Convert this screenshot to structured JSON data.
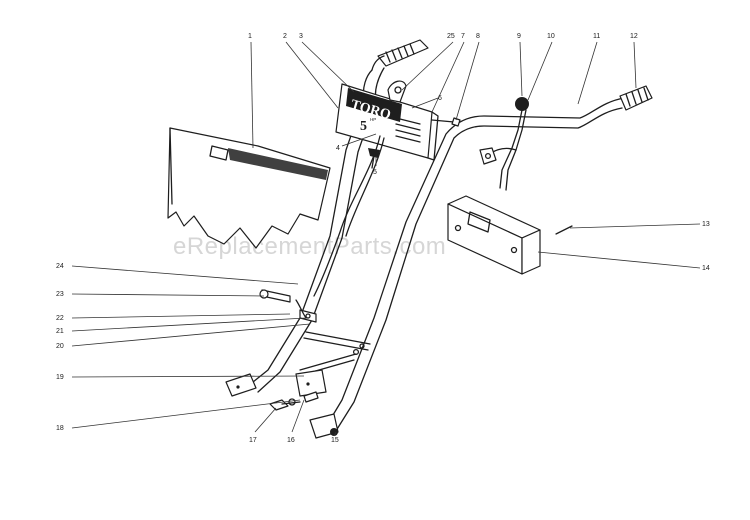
{
  "watermark": "eReplacementParts.com",
  "decal": {
    "brand": "TORO",
    "hp": "5",
    "hp_unit": "HP"
  },
  "callouts": [
    "1",
    "2",
    "3",
    "25",
    "7",
    "8",
    "9",
    "10",
    "11",
    "12",
    "6",
    "4",
    "5",
    "13",
    "14",
    "24",
    "23",
    "22",
    "21",
    "20",
    "19",
    "18",
    "17",
    "16",
    "15"
  ]
}
